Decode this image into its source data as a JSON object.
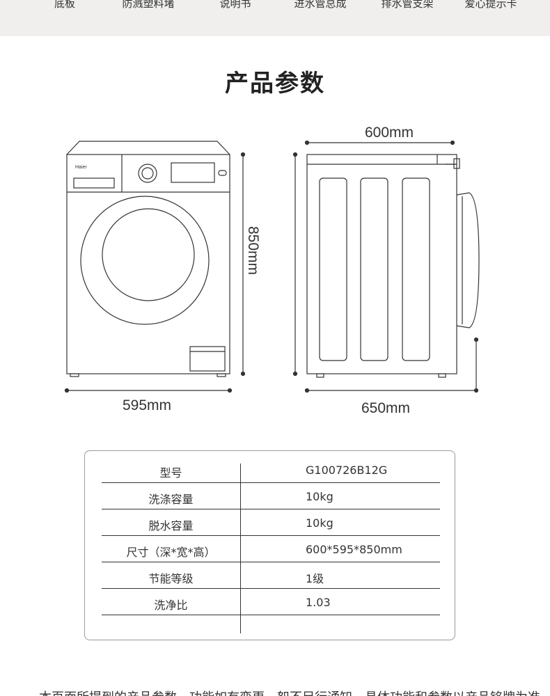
{
  "accessories": [
    "底板",
    "防溅塑料堵",
    "说明书",
    "进水管总成",
    "排水管支架",
    "爱心提示卡"
  ],
  "section_title": "产品参数",
  "brand": "Haier",
  "dimensions": {
    "front_width": "595mm",
    "height": "850mm",
    "side_top_width": "600mm",
    "side_depth": "650mm"
  },
  "specs": [
    {
      "label": "型号",
      "value": "G100726B12G"
    },
    {
      "label": "洗涤容量",
      "value": "10kg"
    },
    {
      "label": "脱水容量",
      "value": "10kg"
    },
    {
      "label": "尺寸（深*宽*高）",
      "value": "600*595*850mm"
    },
    {
      "label": "节能等级",
      "value": "1级"
    },
    {
      "label": "洗净比",
      "value": "1.03"
    }
  ],
  "footer_note": "本页面所提到的产品参数、功能如有变更，恕不另行通知，具体功能和参数以产品铭牌为准"
}
